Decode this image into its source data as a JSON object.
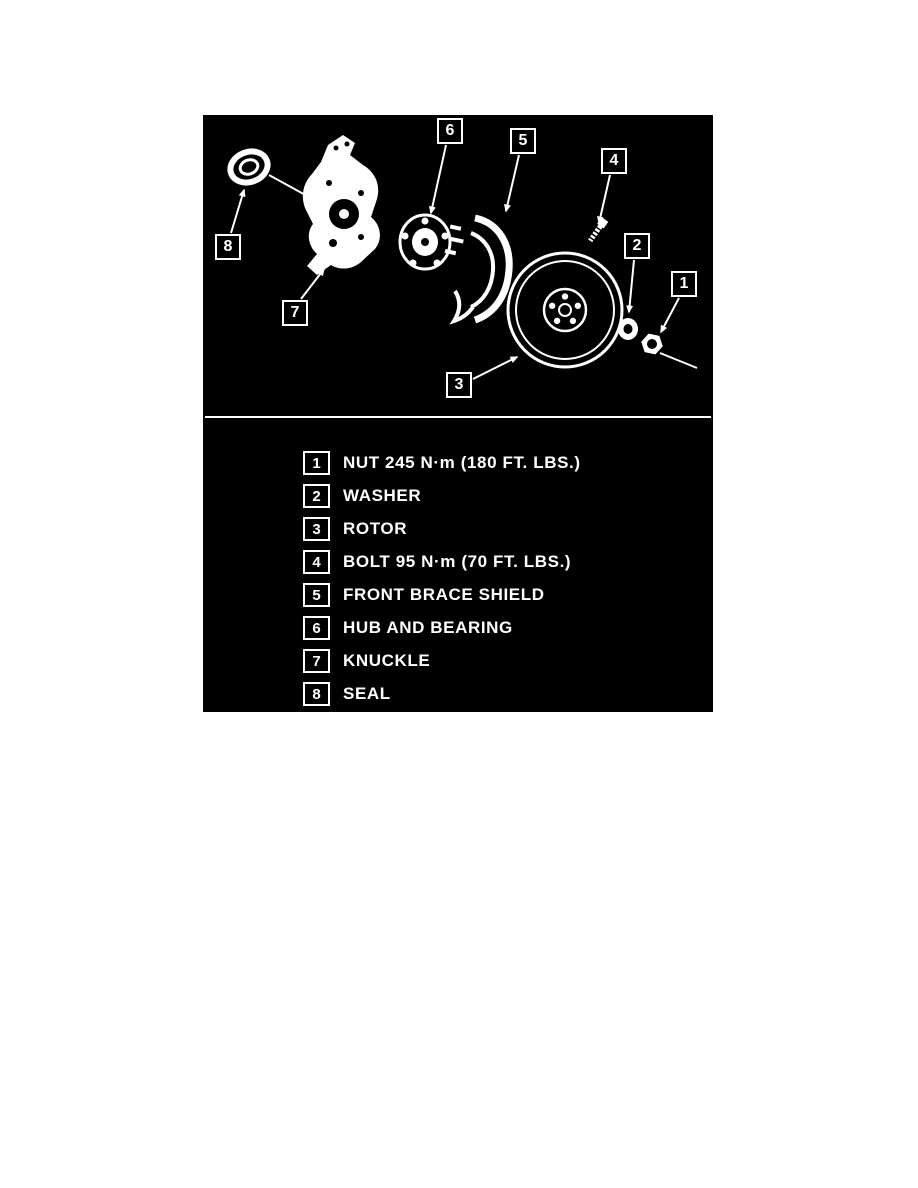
{
  "colors": {
    "page_background": "#ffffff",
    "panel_background": "#000000",
    "line_art": "#ffffff"
  },
  "diagram": {
    "callouts": [
      {
        "num": "1"
      },
      {
        "num": "2"
      },
      {
        "num": "3"
      },
      {
        "num": "4"
      },
      {
        "num": "5"
      },
      {
        "num": "6"
      },
      {
        "num": "7"
      },
      {
        "num": "8"
      }
    ]
  },
  "legend": {
    "items": [
      {
        "num": "1",
        "label": "NUT 245 N·m (180 FT. LBS.)"
      },
      {
        "num": "2",
        "label": "WASHER"
      },
      {
        "num": "3",
        "label": "ROTOR"
      },
      {
        "num": "4",
        "label": "BOLT 95 N·m (70 FT. LBS.)"
      },
      {
        "num": "5",
        "label": "FRONT BRACE SHIELD"
      },
      {
        "num": "6",
        "label": "HUB AND BEARING"
      },
      {
        "num": "7",
        "label": "KNUCKLE"
      },
      {
        "num": "8",
        "label": "SEAL"
      }
    ]
  }
}
